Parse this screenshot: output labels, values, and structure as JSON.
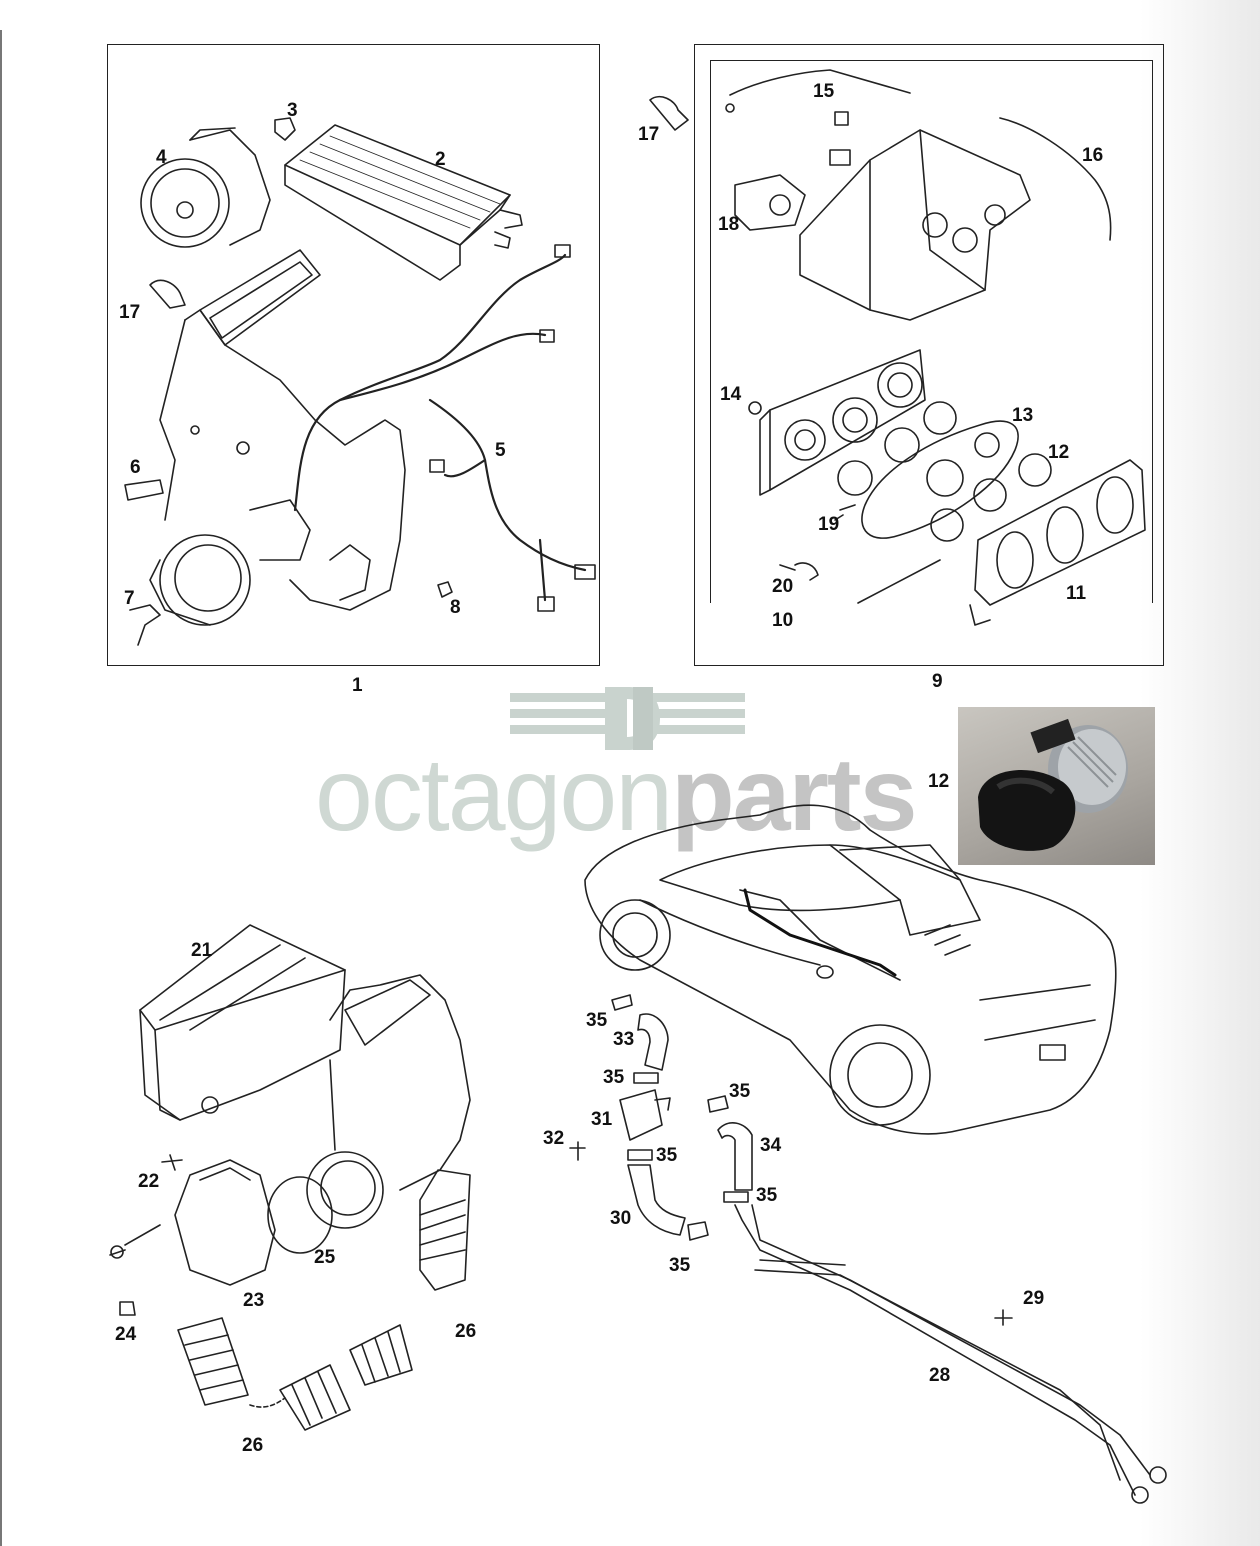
{
  "brand": {
    "word_light": "octagon",
    "word_bold": "parts"
  },
  "panel_labels": [
    "1",
    "9"
  ],
  "part_numbers": [
    {
      "id": "2"
    },
    {
      "id": "3"
    },
    {
      "id": "4"
    },
    {
      "id": "5"
    },
    {
      "id": "6"
    },
    {
      "id": "7"
    },
    {
      "id": "8"
    },
    {
      "id": "17a",
      "text": "17"
    },
    {
      "id": "17b",
      "text": "17"
    },
    {
      "id": "10"
    },
    {
      "id": "11"
    },
    {
      "id": "12a",
      "text": "12"
    },
    {
      "id": "12b",
      "text": "12"
    },
    {
      "id": "13"
    },
    {
      "id": "14"
    },
    {
      "id": "15"
    },
    {
      "id": "16"
    },
    {
      "id": "18"
    },
    {
      "id": "19"
    },
    {
      "id": "20"
    },
    {
      "id": "21"
    },
    {
      "id": "22"
    },
    {
      "id": "23"
    },
    {
      "id": "24"
    },
    {
      "id": "25"
    },
    {
      "id": "26a",
      "text": "26"
    },
    {
      "id": "26b",
      "text": "26"
    },
    {
      "id": "28"
    },
    {
      "id": "29"
    },
    {
      "id": "30"
    },
    {
      "id": "31"
    },
    {
      "id": "32"
    },
    {
      "id": "33"
    },
    {
      "id": "34"
    },
    {
      "id": "35a",
      "text": "35"
    },
    {
      "id": "35b",
      "text": "35"
    },
    {
      "id": "35c",
      "text": "35"
    },
    {
      "id": "35d",
      "text": "35"
    },
    {
      "id": "35e",
      "text": "35"
    },
    {
      "id": "35f",
      "text": "35"
    }
  ],
  "labels": {
    "p1": "1",
    "p9": "9",
    "n2": "2",
    "n3": "3",
    "n4": "4",
    "n5": "5",
    "n6": "6",
    "n7": "7",
    "n8": "8",
    "n17a": "17",
    "n17b": "17",
    "n10": "10",
    "n11": "11",
    "n12a": "12",
    "n12b": "12",
    "n13": "13",
    "n14": "14",
    "n15": "15",
    "n16": "16",
    "n18": "18",
    "n19": "19",
    "n20": "20",
    "n21": "21",
    "n22": "22",
    "n23": "23",
    "n24": "24",
    "n25": "25",
    "n26a": "26",
    "n26b": "26",
    "n28": "28",
    "n29": "29",
    "n30": "30",
    "n31": "31",
    "n32": "32",
    "n33": "33",
    "n34": "34",
    "n35a": "35",
    "n35b": "35",
    "n35c": "35",
    "n35d": "35",
    "n35e": "35",
    "n35f": "35"
  }
}
